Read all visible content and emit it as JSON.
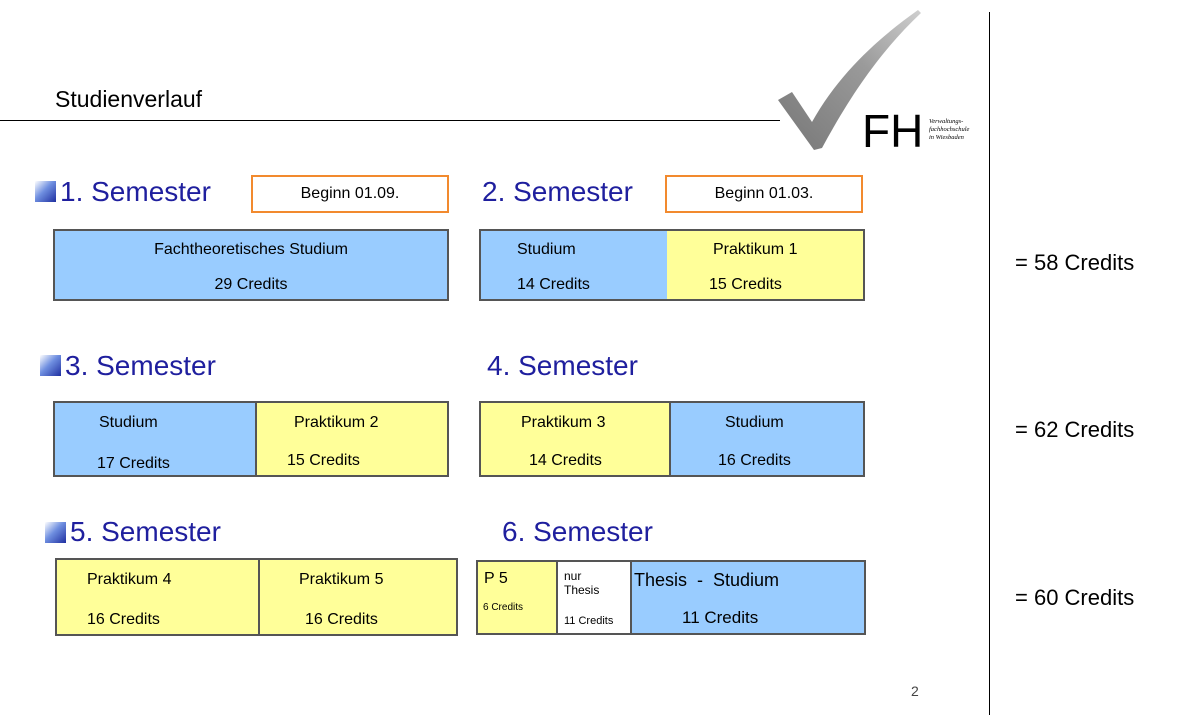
{
  "slide": {
    "title": "Studienverlauf",
    "page_number": "2"
  },
  "logo": {
    "letters": "FH",
    "text_line1": "Verwaltungs-",
    "text_line2": "fachhochschule",
    "text_line3": "in Wiesbaden"
  },
  "semesters": {
    "s1": {
      "title": "1. Semester",
      "begin": "Beginn 01.09.",
      "blocks": [
        {
          "label": "Fachtheoretisches Studium",
          "credits": "29 Credits",
          "color": "#99ccff"
        }
      ]
    },
    "s2": {
      "title": "2. Semester",
      "begin": "Beginn 01.03.",
      "blocks": [
        {
          "label": "Studium",
          "credits": "14 Credits",
          "color": "#99ccff"
        },
        {
          "label": "Praktikum 1",
          "credits": "15 Credits",
          "color": "#ffff99"
        }
      ]
    },
    "s3": {
      "title": "3. Semester",
      "blocks": [
        {
          "label": "Studium",
          "credits": "17 Credits",
          "color": "#99ccff"
        },
        {
          "label": "Praktikum 2",
          "credits": "15 Credits",
          "color": "#ffff99"
        }
      ]
    },
    "s4": {
      "title": "4. Semester",
      "blocks": [
        {
          "label": "Praktikum 3",
          "credits": "14 Credits",
          "color": "#ffff99"
        },
        {
          "label": "Studium",
          "credits": "16 Credits",
          "color": "#99ccff"
        }
      ]
    },
    "s5": {
      "title": "5. Semester",
      "blocks": [
        {
          "label": "Praktikum 4",
          "credits": "16 Credits",
          "color": "#ffff99"
        },
        {
          "label": "Praktikum 5",
          "credits": "16 Credits",
          "color": "#ffff99"
        }
      ]
    },
    "s6": {
      "title": "6. Semester",
      "blocks": [
        {
          "label": "P 5",
          "credits": "6 Credits",
          "color": "#ffff99"
        },
        {
          "label_line1": "nur",
          "label_line2": "Thesis",
          "credits": "11 Credits",
          "color": "#ffffff"
        },
        {
          "label": "Thesis  -  Studium",
          "credits": "11 Credits",
          "color": "#99ccff"
        }
      ]
    }
  },
  "totals": [
    "= 58 Credits",
    "= 62 Credits",
    "= 60 Credits"
  ],
  "colors": {
    "heading": "#1f1f9e",
    "begin_border": "#f28a2e",
    "study": "#99ccff",
    "internship": "#ffff99"
  },
  "icons": {
    "bullet": "gradient-square-bullet-icon",
    "logo": "checkmark-logo-icon"
  }
}
